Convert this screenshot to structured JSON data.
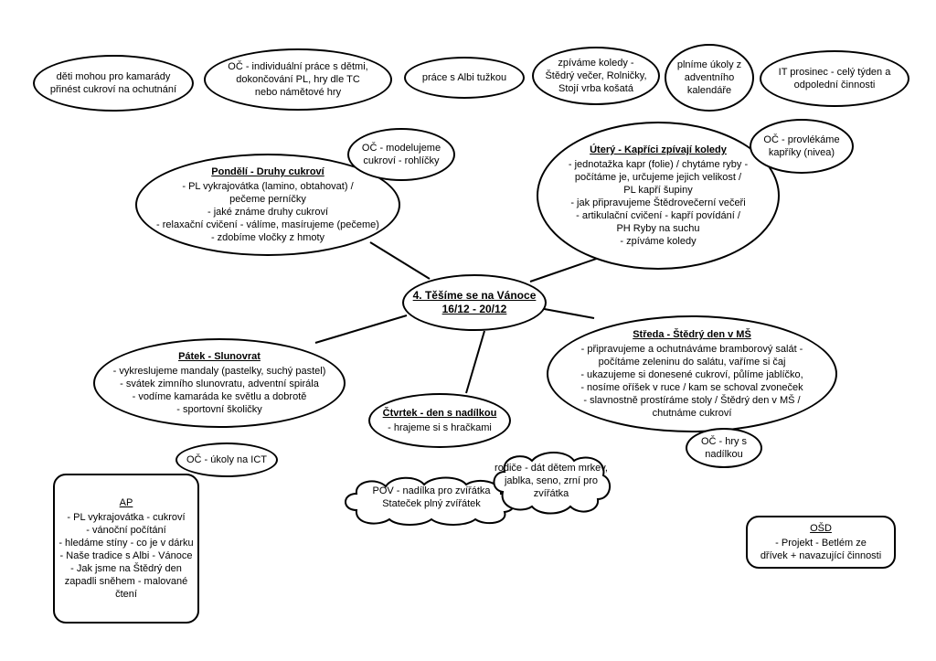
{
  "center": {
    "line1": "4. Těšíme se na Vánoce",
    "line2": "16/12 - 20/12"
  },
  "top_notes": [
    {
      "lines": [
        "děti mohou pro kamarády",
        "přinést cukroví na ochutnání"
      ]
    },
    {
      "lines": [
        "OČ - individuální práce s dětmi,",
        "dokončování PL, hry dle TC",
        "nebo námětové hry"
      ]
    },
    {
      "lines": [
        "práce s Albi tužkou"
      ]
    },
    {
      "lines": [
        "zpíváme koledy -",
        "Štědrý večer, Rolničky,",
        "Stojí vrba košatá"
      ]
    },
    {
      "lines": [
        "plníme úkoly z",
        "adventního",
        "kalendáře"
      ]
    },
    {
      "lines": [
        "IT prosinec - celý týden a",
        "odpolední činnosti"
      ]
    }
  ],
  "monday": {
    "title": "Pondělí - Druhy cukroví",
    "lines": [
      "- PL vykrajovátka (lamino, obtahovat) /",
      "pečeme perníčky",
      "- jaké známe druhy cukroví",
      "- relaxační cvičení - válíme, masírujeme (pečeme)",
      "- zdobíme vločky z hmoty"
    ],
    "note": [
      "OČ - modelujeme",
      "cukroví - rohlíčky"
    ]
  },
  "tuesday": {
    "title": "Úterý - Kapříci zpívají koledy",
    "lines": [
      "- jednotažka kapr (folie) / chytáme ryby -",
      "počítáme je, určujeme jejich velikost /",
      "PL kapří šupiny",
      "- jak připravujeme Štědrovečerní večeři",
      "- artikulační cvičení - kapří povídání /",
      "PH Ryby na suchu",
      "- zpíváme koledy"
    ],
    "note": [
      "OČ - provlékáme",
      "kapříky (nivea)"
    ]
  },
  "wednesday": {
    "title": "Středa - Štědrý den v MŠ",
    "lines": [
      "- připravujeme a ochutnáváme bramborový salát -",
      "počítáme zeleninu do salátu, vaříme si čaj",
      "- ukazujeme si donesené cukroví, půlíme jablíčko,",
      "- nosíme oříšek v ruce / kam se schoval zvoneček",
      "- slavnostně prostíráme stoly / Štědrý den v MŠ /",
      "chutnáme cukroví"
    ],
    "note": [
      "OČ - hry s",
      "nadílkou"
    ]
  },
  "thursday": {
    "title": "Čtvrtek - den s nadílkou",
    "lines": [
      "- hrajeme si s hračkami"
    ],
    "cloud1": [
      "POV - nadílka pro zvířátka",
      "Stateček plný zvířátek"
    ],
    "cloud2": [
      "rodiče - dát dětem mrkev,",
      "jablka, seno, zrní pro",
      "zvířátka"
    ]
  },
  "friday": {
    "title": "Pátek - Slunovrat",
    "lines": [
      "- vykreslujeme mandaly (pastelky, suchý pastel)",
      "- svátek zimního slunovratu, adventní spirála",
      "- vodíme kamaráda ke světlu a dobrotě",
      "- sportovní školičky"
    ],
    "note": [
      "OČ - úkoly na ICT"
    ]
  },
  "ap": {
    "title": "AP",
    "lines": [
      "- PL vykrajovátka - cukroví",
      "- vánoční počítání",
      "- hledáme stíny - co je v dárku",
      "- Naše tradice s Albi - Vánoce",
      "- Jak jsme na Štědrý den",
      "zapadli sněhem - malované",
      "čtení"
    ]
  },
  "osd": {
    "title": "OŠD",
    "lines": [
      "- Projekt - Betlém ze",
      "dřívek + navazující činnosti"
    ]
  }
}
